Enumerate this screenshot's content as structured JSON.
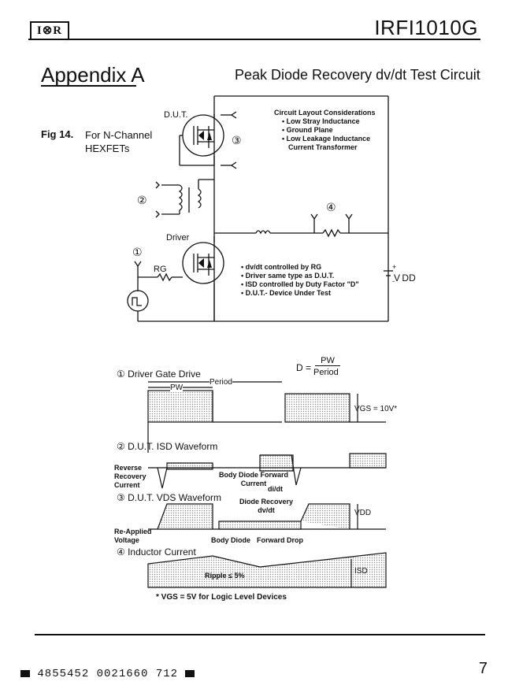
{
  "header": {
    "logo": "I⊗R",
    "part_number": "IRFI1010G"
  },
  "section": {
    "appendix": "Appendix A",
    "title": "Peak Diode Recovery dv/dt Test Circuit"
  },
  "figure": {
    "number": "Fig 14.",
    "caption_line1": "For N-Channel",
    "caption_line2": "HEXFETs"
  },
  "circuit": {
    "dut_label": "D.U.T.",
    "driver_label": "Driver",
    "rg_label": "RG",
    "vdd_label": "V DD",
    "plus": "+",
    "minus": "-",
    "markers": [
      "①",
      "②",
      "③",
      "④"
    ],
    "layout_title": "Circuit Layout Considerations",
    "layout_items": [
      "• Low Stray Inductance",
      "• Ground Plane",
      "• Low Leakage Inductance",
      "Current Transformer"
    ],
    "notes": [
      "• dv/dt controlled by RG",
      "• Driver same type as D.U.T.",
      "• ISD controlled by Duty Factor \"D\"",
      "• D.U.T.- Device Under Test"
    ]
  },
  "waveforms": {
    "w1_label": "① Driver Gate Drive",
    "duty_label": "D =",
    "pw": "PW",
    "period": "Period",
    "vgs_label": "VGS = 10V*",
    "w2_label": "② D.U.T. ISD Waveform",
    "reverse_recovery": [
      "Reverse",
      "Recovery",
      "Current"
    ],
    "body_diode_forward": [
      "Body Diode Forward",
      "Current"
    ],
    "didt": "di/dt",
    "w3_label": "③ D.U.T. VDS Waveform",
    "diode_recovery": [
      "Diode Recovery",
      "dv/dt"
    ],
    "vdd": "VDD",
    "reapplied": [
      "Re-Applied",
      "Voltage"
    ],
    "body_diode_drop": "Body Diode",
    "forward_drop": "Forward Drop",
    "w4_label": "④ Inductor Current",
    "ripple": "Ripple ≤ 5%",
    "isd": "ISD",
    "footnote": "* VGS = 5V for Logic Level Devices"
  },
  "footer": {
    "code": "4855452 0021660 712",
    "page": "7"
  }
}
